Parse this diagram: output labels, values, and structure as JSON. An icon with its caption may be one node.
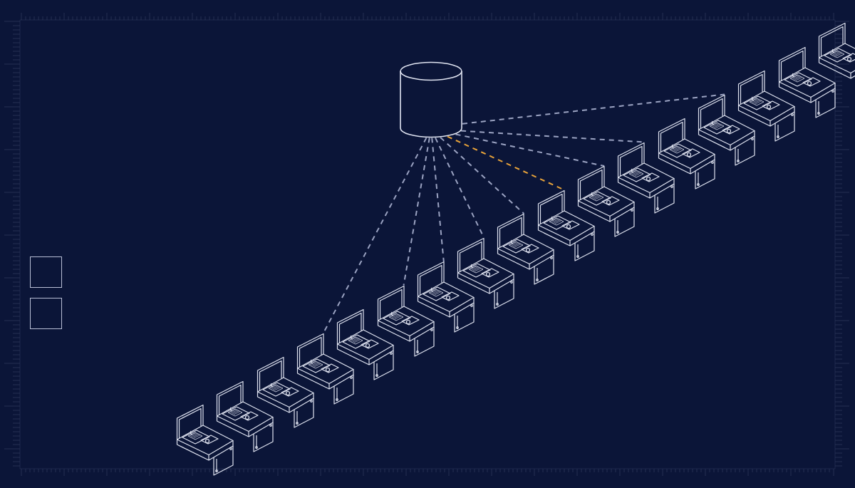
{
  "diagram": {
    "nodes": [
      {
        "text": [],
        "shape": "cylinder"
      },
      {
        "text": [],
        "shape": "picture"
      },
      {
        "text": [],
        "shape": "picture"
      },
      {
        "text": [],
        "shape": "picture"
      },
      {
        "text": [],
        "shape": "picture"
      },
      {
        "text": [],
        "shape": "picture"
      },
      {
        "text": [],
        "shape": "picture"
      },
      {
        "text": [],
        "shape": "picture"
      },
      {
        "text": [],
        "shape": "picture"
      },
      {
        "text": [],
        "shape": "picture"
      },
      {
        "text": [],
        "shape": "picture"
      },
      {
        "text": [],
        "shape": "picture"
      },
      {
        "text": [],
        "shape": "picture"
      },
      {
        "text": [],
        "shape": "picture"
      },
      {
        "text": [],
        "shape": "picture"
      },
      {
        "text": [],
        "shape": "picture"
      },
      {
        "text": [],
        "shape": "picture"
      },
      {
        "text": [],
        "shape": "picture"
      },
      {
        "text": [],
        "shape": "box"
      },
      {
        "text": [],
        "shape": "box"
      }
    ],
    "edges": [
      {
        "from": 0,
        "to": 4,
        "arrow": "none",
        "style": "dashed"
      },
      {
        "from": 0,
        "to": 6,
        "arrow": "none",
        "style": "dashed"
      },
      {
        "from": 0,
        "to": 7,
        "arrow": "none",
        "style": "dashed"
      },
      {
        "from": 0,
        "to": 8,
        "arrow": "none",
        "style": "dashed"
      },
      {
        "from": 0,
        "to": 9,
        "arrow": "none",
        "style": "dashed"
      },
      {
        "from": 0,
        "to": 10,
        "arrow": "none",
        "style": "dashed",
        "color": "#e8a33a"
      },
      {
        "from": 0,
        "to": 11,
        "arrow": "none",
        "style": "dashed"
      },
      {
        "from": 0,
        "to": 12,
        "arrow": "none",
        "style": "dashed"
      },
      {
        "from": 0,
        "to": 14,
        "arrow": "none",
        "style": "dashed"
      }
    ]
  }
}
